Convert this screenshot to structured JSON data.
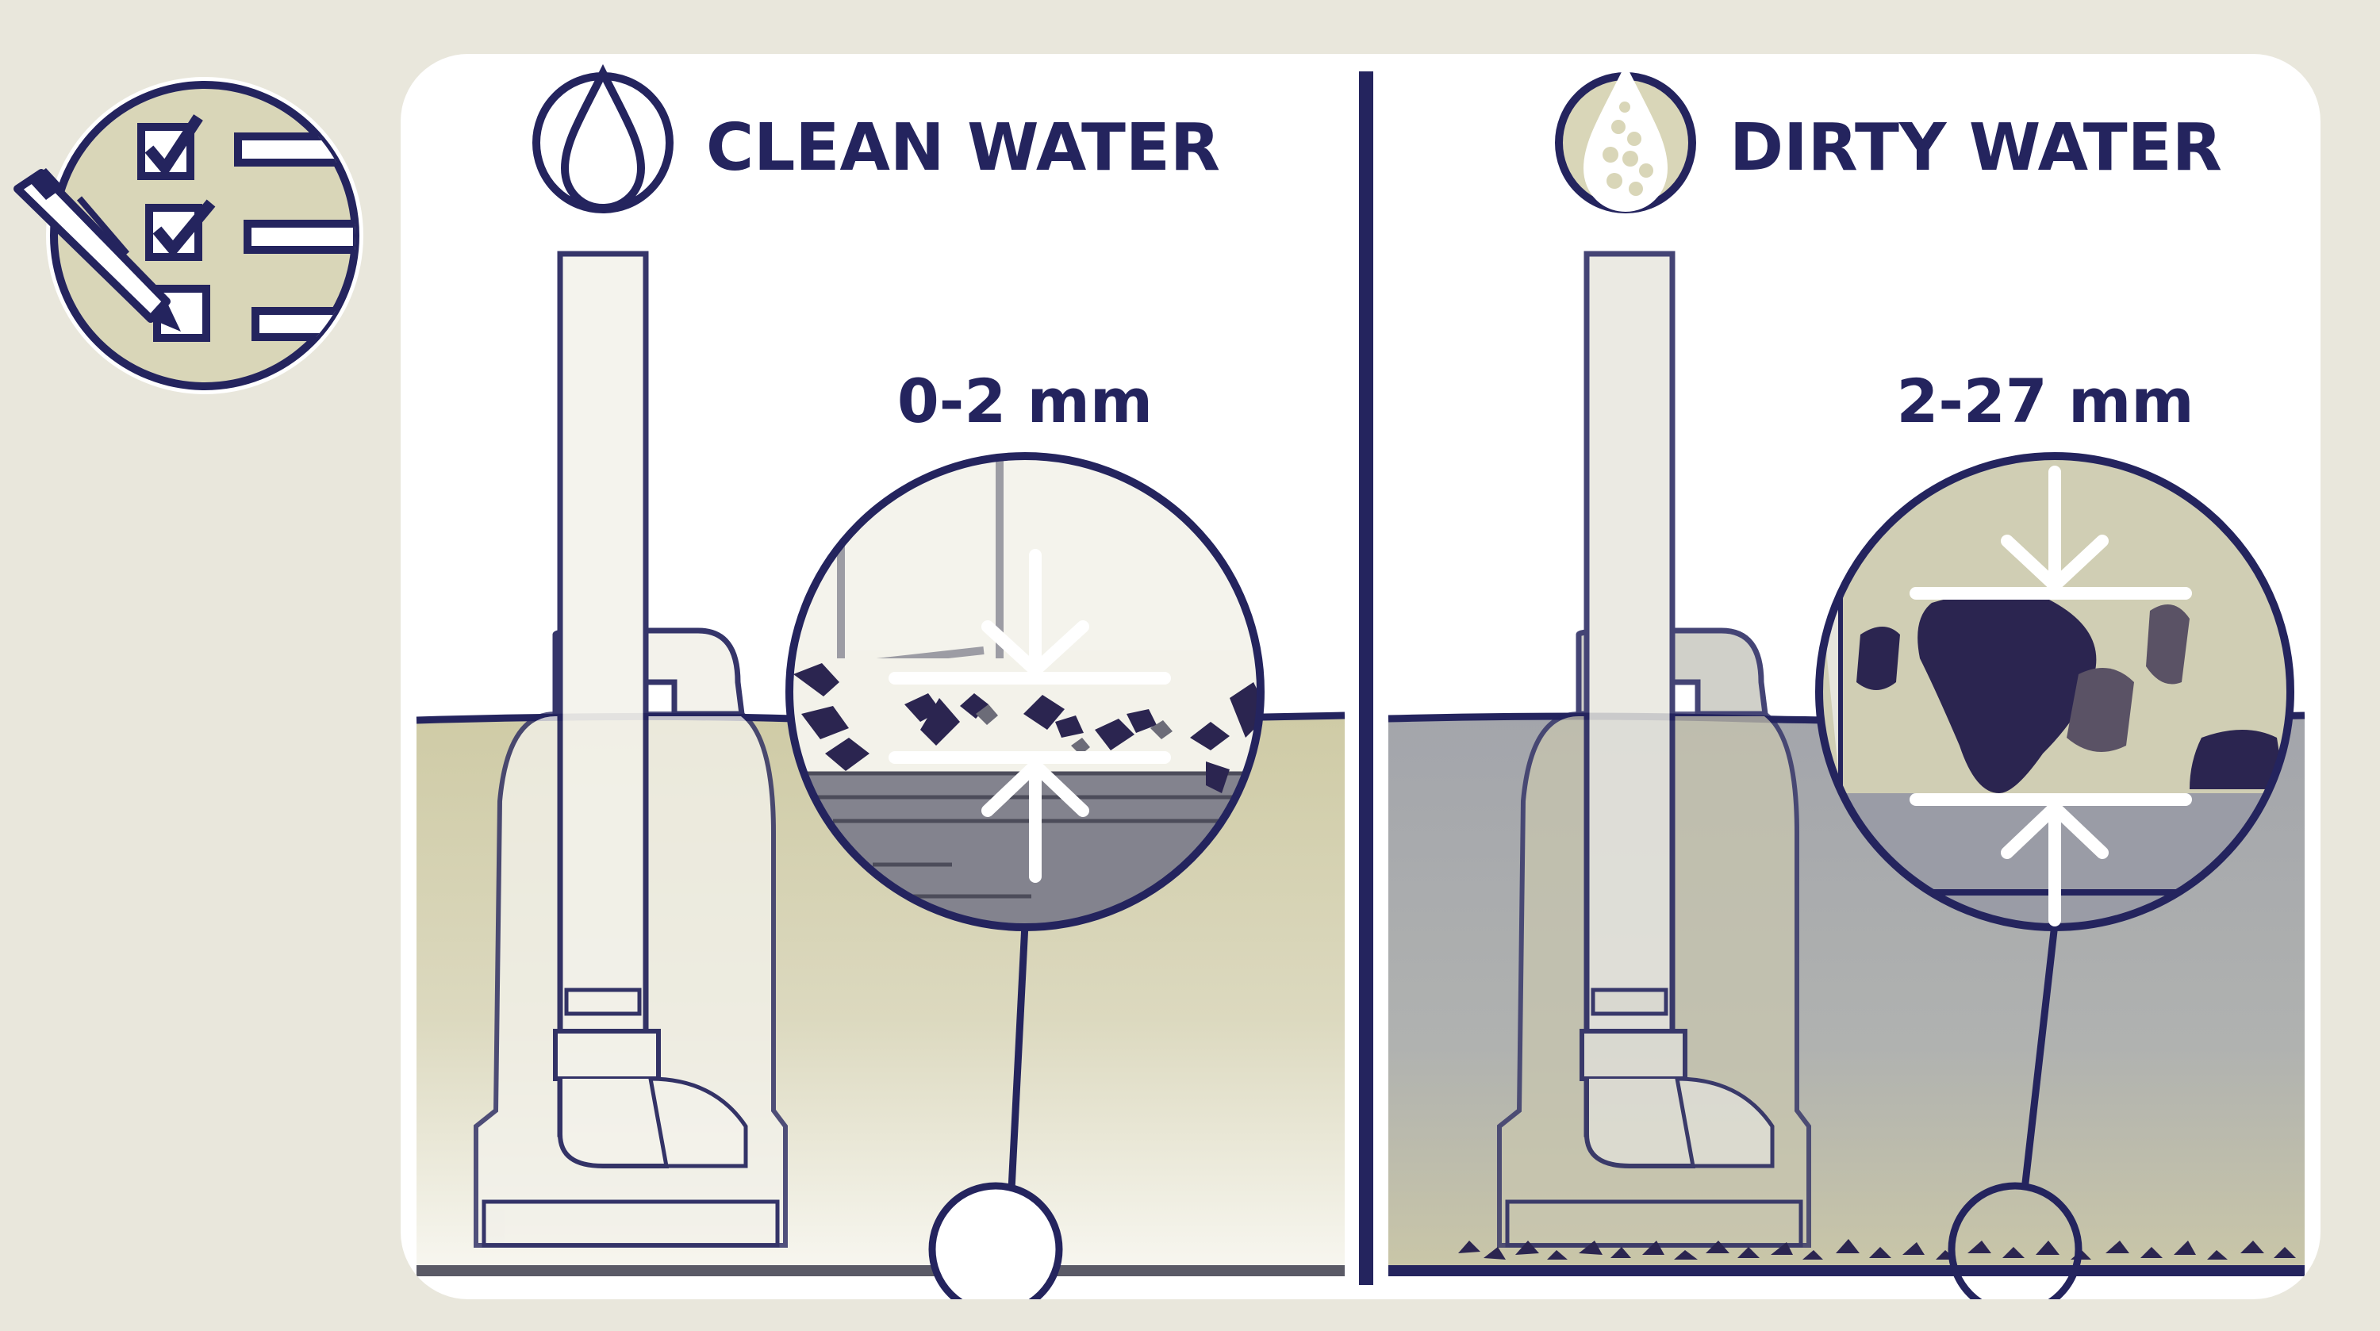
{
  "colors": {
    "background": "#e9e7dc",
    "navy": "#24245e",
    "panel": "#ffffff",
    "clean_water": "#d6d3b4",
    "dirty_water": "#a9abb1",
    "particle": "#2b2550",
    "badge_fill": "#d9d6b8"
  },
  "icons": {
    "checklist": "checklist-pen-icon",
    "clean_drop": "water-drop-icon",
    "dirty_drop": "dirty-water-drop-icon"
  },
  "left": {
    "title": "CLEAN WATER",
    "size_label": "0-2 mm"
  },
  "right": {
    "title": "DIRTY WATER",
    "size_label": "2-27 mm"
  }
}
